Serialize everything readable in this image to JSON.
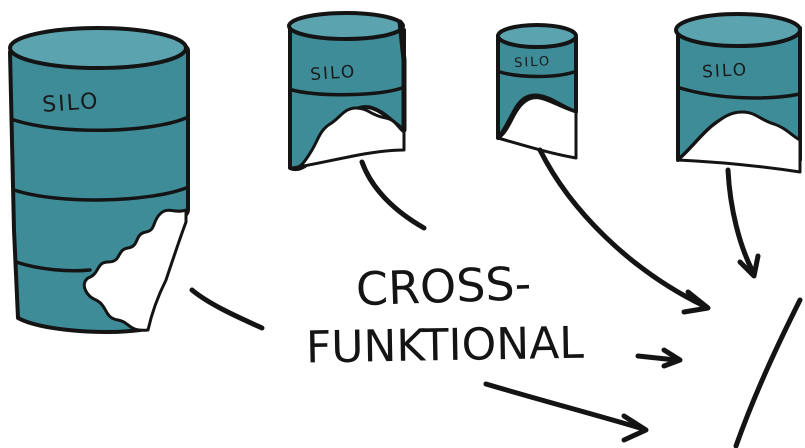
{
  "silos": [
    {
      "label": "SILO"
    },
    {
      "label": "SILO"
    },
    {
      "label": "SILO"
    },
    {
      "label": "SILO"
    }
  ],
  "center": {
    "line1": "CROSS-",
    "line2": "FUNKTIONAL"
  },
  "colors": {
    "barrel": "#3f8c99",
    "barrel_top": "#5aa3af",
    "ink": "#141414",
    "background": "#ffffff"
  }
}
